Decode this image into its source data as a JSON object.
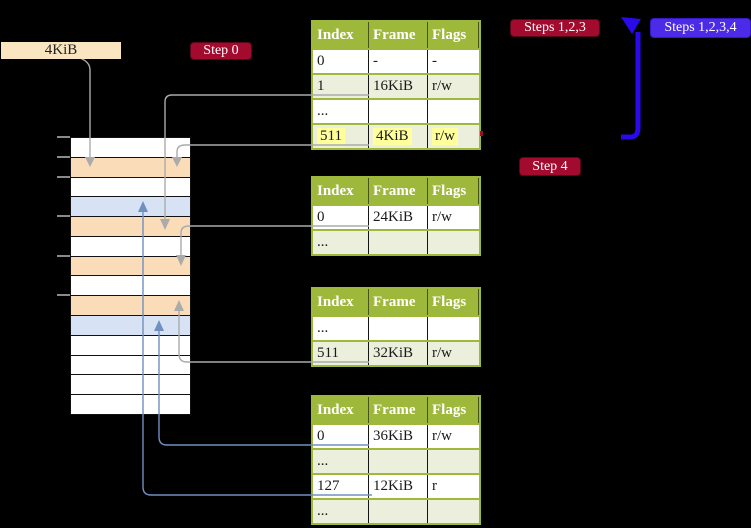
{
  "colors": {
    "background": "#000000",
    "crimson": "#A30B2E",
    "blue_badge": "#4B2BE8",
    "blue_arrow": "#2A0AE8",
    "table_green": "#9EB83B",
    "row_green": "#EBEFDB",
    "cell_text": "#1A1A1A",
    "highlight_yellow": "#FFFF9C",
    "tan": "#F9E6C1",
    "peach": "#FBDCB8",
    "mem_blue": "#D7E3F5",
    "mem_border": "#111111",
    "connector_gray": "#ABABAB",
    "connector_blue": "#7090C0",
    "tick_gray": "#8A8A8A"
  },
  "frame_label": "4KiB",
  "badges": {
    "step0": "Step 0",
    "steps123": "Steps 1,2,3",
    "steps1234": "Steps 1,2,3,4",
    "step4": "Step 4"
  },
  "memory": {
    "rows": [
      "white",
      "peach",
      "white",
      "blue",
      "peach",
      "white",
      "peach",
      "white",
      "peach",
      "blue",
      "white",
      "white",
      "white",
      "white"
    ],
    "tick_row_indices": [
      0,
      1,
      2,
      4,
      6,
      8
    ]
  },
  "tables": [
    {
      "name": "page-table-1",
      "headers": [
        "Index",
        "Frame",
        "Flags"
      ],
      "rows": [
        {
          "cells": [
            "0",
            "-",
            "-"
          ],
          "shaded": false,
          "highlight": false
        },
        {
          "cells": [
            "1",
            "16KiB",
            "r/w"
          ],
          "shaded": true,
          "highlight": false
        },
        {
          "cells": [
            "...",
            "",
            ""
          ],
          "shaded": false,
          "highlight": false
        },
        {
          "cells": [
            "511",
            "4KiB",
            "r/w"
          ],
          "shaded": true,
          "highlight": true
        }
      ]
    },
    {
      "name": "page-table-2",
      "headers": [
        "Index",
        "Frame",
        "Flags"
      ],
      "rows": [
        {
          "cells": [
            "0",
            "24KiB",
            "r/w"
          ],
          "shaded": false,
          "highlight": false
        },
        {
          "cells": [
            "...",
            "",
            ""
          ],
          "shaded": true,
          "highlight": false
        }
      ]
    },
    {
      "name": "page-table-3",
      "headers": [
        "Index",
        "Frame",
        "Flags"
      ],
      "rows": [
        {
          "cells": [
            "...",
            "",
            ""
          ],
          "shaded": false,
          "highlight": false
        },
        {
          "cells": [
            "511",
            "32KiB",
            "r/w"
          ],
          "shaded": true,
          "highlight": false
        }
      ]
    },
    {
      "name": "page-table-4",
      "headers": [
        "Index",
        "Frame",
        "Flags"
      ],
      "rows": [
        {
          "cells": [
            "0",
            "36KiB",
            "r/w"
          ],
          "shaded": false,
          "highlight": false
        },
        {
          "cells": [
            "...",
            "",
            ""
          ],
          "shaded": true,
          "highlight": false
        },
        {
          "cells": [
            "127",
            "12KiB",
            "r"
          ],
          "shaded": false,
          "highlight": false
        },
        {
          "cells": [
            "...",
            "",
            ""
          ],
          "shaded": true,
          "highlight": false
        }
      ]
    }
  ]
}
